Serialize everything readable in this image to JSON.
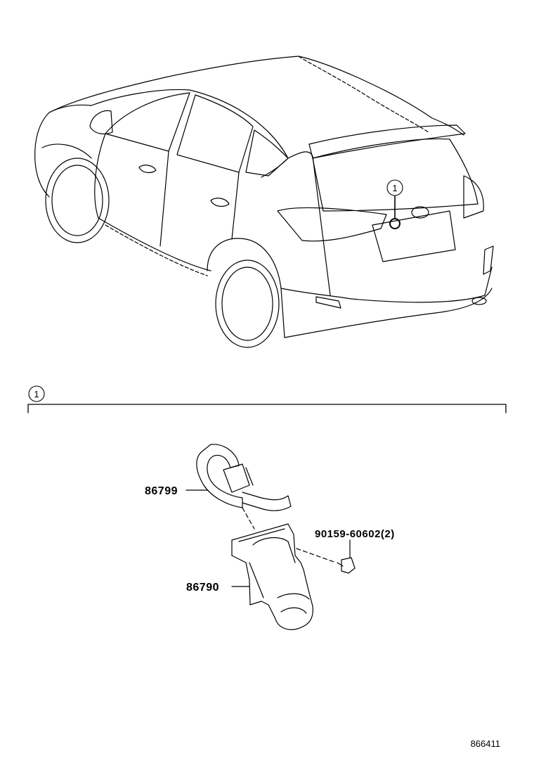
{
  "callout": {
    "number": "1"
  },
  "section": {
    "number": "1"
  },
  "parts": {
    "harness": "86799",
    "camera": "86790",
    "screw": "90159-60602(2)"
  },
  "illustration_id": "866411",
  "colors": {
    "ink": "#000000",
    "background": "#ffffff"
  }
}
